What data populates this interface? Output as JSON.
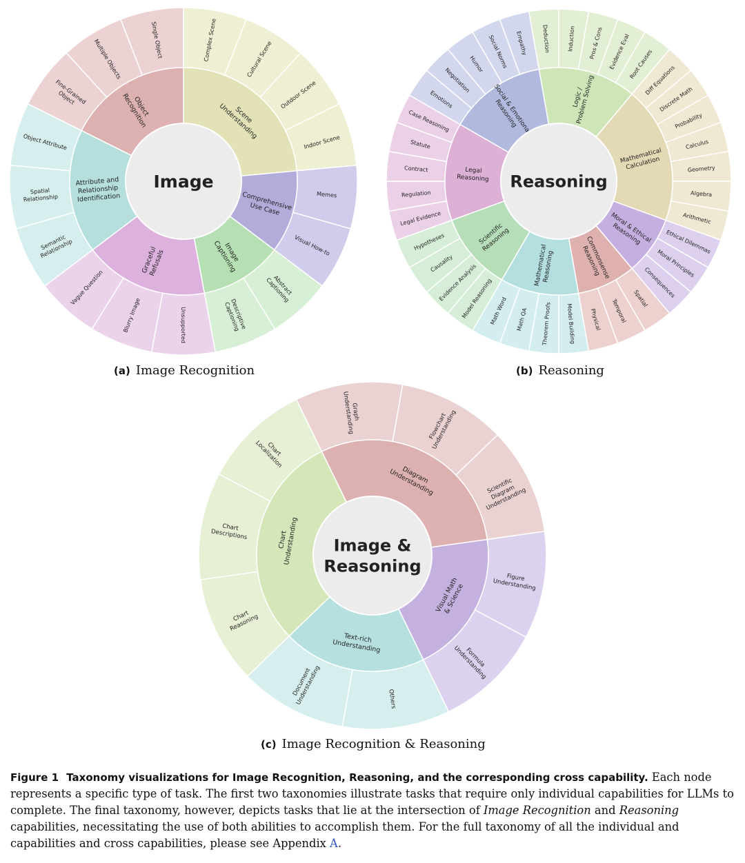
{
  "charts": [
    {
      "center_label": [
        "Image"
      ],
      "caption_tag": "(a)",
      "caption_text": "Image Recognition",
      "categories": [
        {
          "label": [
            "Scene",
            "Understanding"
          ],
          "color": "#e3e2b7",
          "leaf_color": "#efefd3",
          "leaves": [
            [
              "Complex Scene"
            ],
            [
              "Cultural Scene"
            ],
            [
              "Outdoor Scene"
            ],
            [
              "Indoor Scene"
            ]
          ]
        },
        {
          "label": [
            "Comprehensive",
            "Use Case"
          ],
          "color": "#b2acdb",
          "leaf_color": "#d0ccec",
          "leaves": [
            [
              "Memes"
            ],
            [
              "Visual How-to"
            ]
          ]
        },
        {
          "label": [
            "Image",
            "Captioning"
          ],
          "color": "#b6e0b3",
          "leaf_color": "#d7efd4",
          "leaves": [
            [
              "Abstract",
              "Captioning"
            ],
            [
              "Descriptive",
              "Captioning"
            ]
          ]
        },
        {
          "label": [
            "Graceful",
            "Refusals"
          ],
          "color": "#dcb1dd",
          "leaf_color": "#ebd3ec",
          "leaves": [
            [
              "Unsupported"
            ],
            [
              "Blurry Image"
            ],
            [
              "Vague Question"
            ]
          ]
        },
        {
          "label": [
            "Attribute and",
            "Relationship",
            "Identification"
          ],
          "color": "#b5dfdd",
          "leaf_color": "#d6eeed",
          "leaves": [
            [
              "Semantic",
              "Relationship"
            ],
            [
              "Spatial",
              "Relationship"
            ],
            [
              "Object Attribute"
            ]
          ]
        },
        {
          "label": [
            "Object",
            "Recognition"
          ],
          "color": "#deb1b1",
          "leaf_color": "#ecd2d2",
          "leaves": [
            [
              "Fine-Grained",
              "Object"
            ],
            [
              "Multiple Objects"
            ],
            [
              "Single Object"
            ]
          ]
        }
      ]
    },
    {
      "center_label": [
        "Reasoning"
      ],
      "caption_tag": "(b)",
      "caption_text": "Reasoning",
      "categories": [
        {
          "label": [
            "Logic /",
            "Problem Solving"
          ],
          "color": "#cde5b7",
          "leaf_color": "#e2efd4",
          "leaves": [
            [
              "Deduction"
            ],
            [
              "Induction"
            ],
            [
              "Pros & Cons"
            ],
            [
              "Evidence Eval"
            ],
            [
              "Root Causes"
            ]
          ]
        },
        {
          "label": [
            "Mathematical",
            "Calculation"
          ],
          "color": "#e3d9b5",
          "leaf_color": "#efe8d2",
          "leaves": [
            [
              "Diff Equations"
            ],
            [
              "Discrete Math"
            ],
            [
              "Probability"
            ],
            [
              "Calculus"
            ],
            [
              "Geometry"
            ],
            [
              "Algebra"
            ],
            [
              "Arithmetic"
            ]
          ]
        },
        {
          "label": [
            "Moral & Ethical",
            "Reasoning"
          ],
          "color": "#c5afe0",
          "leaf_color": "#dcd0ee",
          "leaves": [
            [
              "Ethical Dilemmas"
            ],
            [
              "Moral Principles"
            ],
            [
              "Consequences"
            ]
          ]
        },
        {
          "label": [
            "Commonsense",
            "Reasoning"
          ],
          "color": "#deb1ae",
          "leaf_color": "#ecd1cf",
          "leaves": [
            [
              "Spatial"
            ],
            [
              "Temporal"
            ],
            [
              "Physical"
            ]
          ]
        },
        {
          "label": [
            "Mathematical",
            "Reasoning"
          ],
          "color": "#b3dfe0",
          "leaf_color": "#d4eeef",
          "leaves": [
            [
              "Model Building"
            ],
            [
              "Theorem Proofs"
            ],
            [
              "Math QA"
            ],
            [
              "Math Word"
            ]
          ]
        },
        {
          "label": [
            "Scientific",
            "Reasoning"
          ],
          "color": "#b6deb9",
          "leaf_color": "#d6eed7",
          "leaves": [
            [
              "Model Reasoning"
            ],
            [
              "Evidence Analysis"
            ],
            [
              "Causality"
            ],
            [
              "Hypotheses"
            ]
          ]
        },
        {
          "label": [
            "Legal",
            "Reasoning"
          ],
          "color": "#ddb0d6",
          "leaf_color": "#ebd1e7",
          "leaves": [
            [
              "Legal Evidence"
            ],
            [
              "Regulation"
            ],
            [
              "Contract"
            ],
            [
              "Statute"
            ],
            [
              "Case Reasoning"
            ]
          ]
        },
        {
          "label": [
            "Social & Emotional",
            "Reasoning"
          ],
          "color": "#b1b9df",
          "leaf_color": "#d2d7ee",
          "leaves": [
            [
              "Emotions"
            ],
            [
              "Negotiation"
            ],
            [
              "Humor"
            ],
            [
              "Social Norms"
            ],
            [
              "Empathy"
            ]
          ]
        }
      ]
    },
    {
      "center_label": [
        "Image &",
        "Reasoning"
      ],
      "caption_tag": "(c)",
      "caption_text": "Image Recognition & Reasoning",
      "categories": [
        {
          "label": [
            "Diagram",
            "Understanding"
          ],
          "color": "#deb1b1",
          "leaf_color": "#ebd2d2",
          "leaves": [
            [
              "Graph",
              "Understanding"
            ],
            [
              "Flowchart",
              "Understanding"
            ],
            [
              "Scientific",
              "Diagram",
              "Understanding"
            ]
          ]
        },
        {
          "label": [
            "Visual Math",
            "& Science"
          ],
          "color": "#c4b1df",
          "leaf_color": "#dcd1ee",
          "leaves": [
            [
              "Figure",
              "Understanding"
            ],
            [
              "Formula",
              "Understanding"
            ]
          ]
        },
        {
          "label": [
            "Text-rich",
            "Understanding"
          ],
          "color": "#b6e0df",
          "leaf_color": "#d6efee",
          "leaves": [
            [
              "Others"
            ],
            [
              "Document",
              "Understanding"
            ]
          ]
        },
        {
          "label": [
            "Chart",
            "Understanding"
          ],
          "color": "#d5e6b9",
          "leaf_color": "#e5f0d5",
          "leaves": [
            [
              "Chart",
              "Reasoning"
            ],
            [
              "Chart",
              "Descriptions"
            ],
            [
              "Chart",
              "Localization"
            ]
          ]
        }
      ]
    }
  ],
  "figure_caption": {
    "label": "Figure 1",
    "title": "Taxonomy visualizations for Image Recognition, Reasoning, and the corresponding cross capability.",
    "text_1": "Each node represents a specific type of task. The first two taxonomies illustrate tasks that require only individual capabilities for LLMs to complete. The final taxonomy, however, depicts tasks that lie at the intersection of",
    "em_1": "Image Recognition",
    "text_2": "and",
    "em_2": "Reasoning",
    "text_3": "capabilities, necessitating the use of both abilities to accomplish them. For the full taxonomy of all the individual and capabilities and cross capabilities, please see Appendix",
    "link": "A",
    "text_4": "."
  }
}
